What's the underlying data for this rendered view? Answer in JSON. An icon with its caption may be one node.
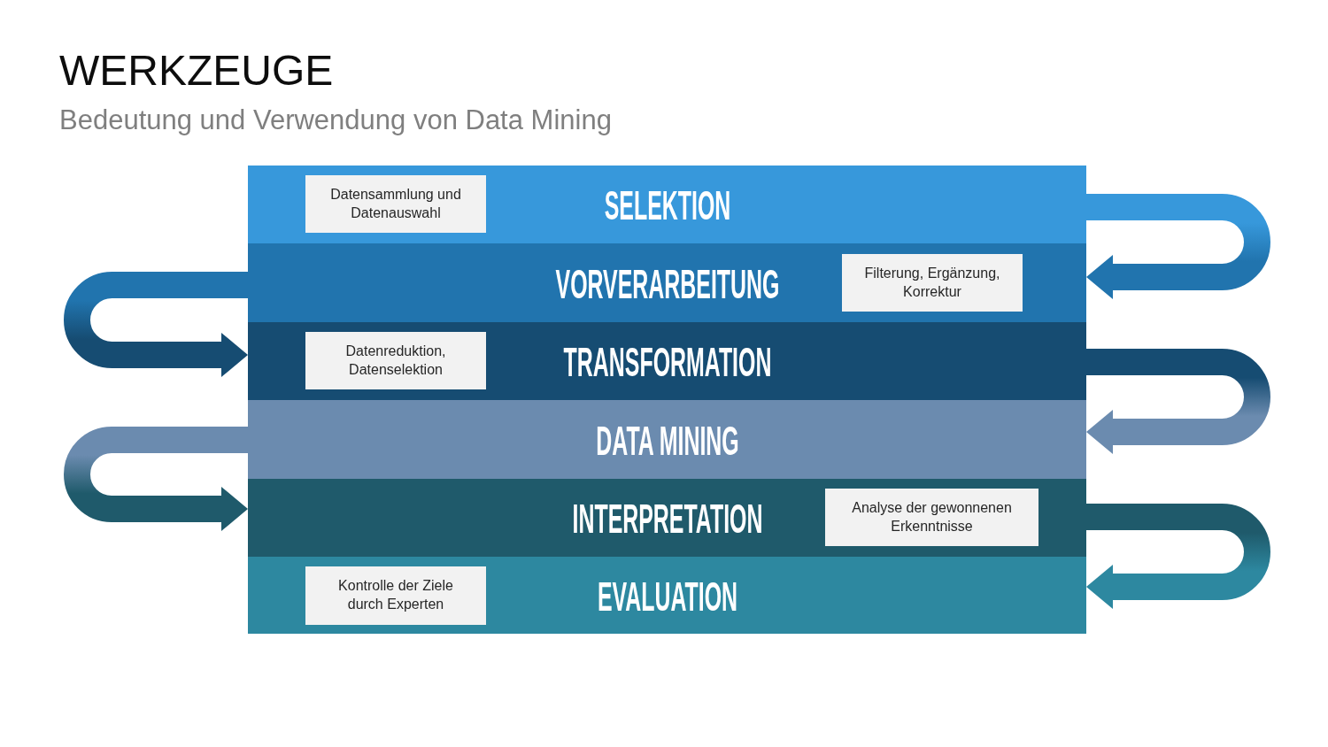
{
  "diagram": {
    "title": "WERKZEUGE",
    "nodes": [
      {
        "text": [
          "SELEKTION"
        ]
      },
      {
        "text": [
          "Datensammlung und Datenauswahl"
        ],
        "in": 0
      },
      {
        "text": [
          "VORVERARBEITUNG"
        ]
      },
      {
        "text": [
          "Filterung, Ergänzung, Korrektur"
        ],
        "in": 2
      },
      {
        "text": [
          "TRANSFORMATION"
        ]
      },
      {
        "text": [
          "Datenreduktion, Datenselektion"
        ],
        "in": 4
      },
      {
        "text": [
          "DATA MINING"
        ]
      },
      {
        "text": [
          "INTERPRETATION"
        ]
      },
      {
        "text": [
          "Analyse der gewonnenen Erkenntnisse"
        ],
        "in": 7
      },
      {
        "text": [
          "EVALUATION"
        ]
      },
      {
        "text": [
          "Kontrolle der Ziele durch Experten"
        ],
        "in": 9
      }
    ],
    "edges": [
      {
        "from": 0,
        "to": 2,
        "arrow": "to"
      },
      {
        "from": 2,
        "to": 4,
        "arrow": "to"
      },
      {
        "from": 4,
        "to": 6,
        "arrow": "to"
      },
      {
        "from": 6,
        "to": 7,
        "arrow": "to"
      },
      {
        "from": 7,
        "to": 9,
        "arrow": "to"
      }
    ],
    "labels": [
      "Bedeutung und Verwendung von Data Mining"
    ]
  }
}
